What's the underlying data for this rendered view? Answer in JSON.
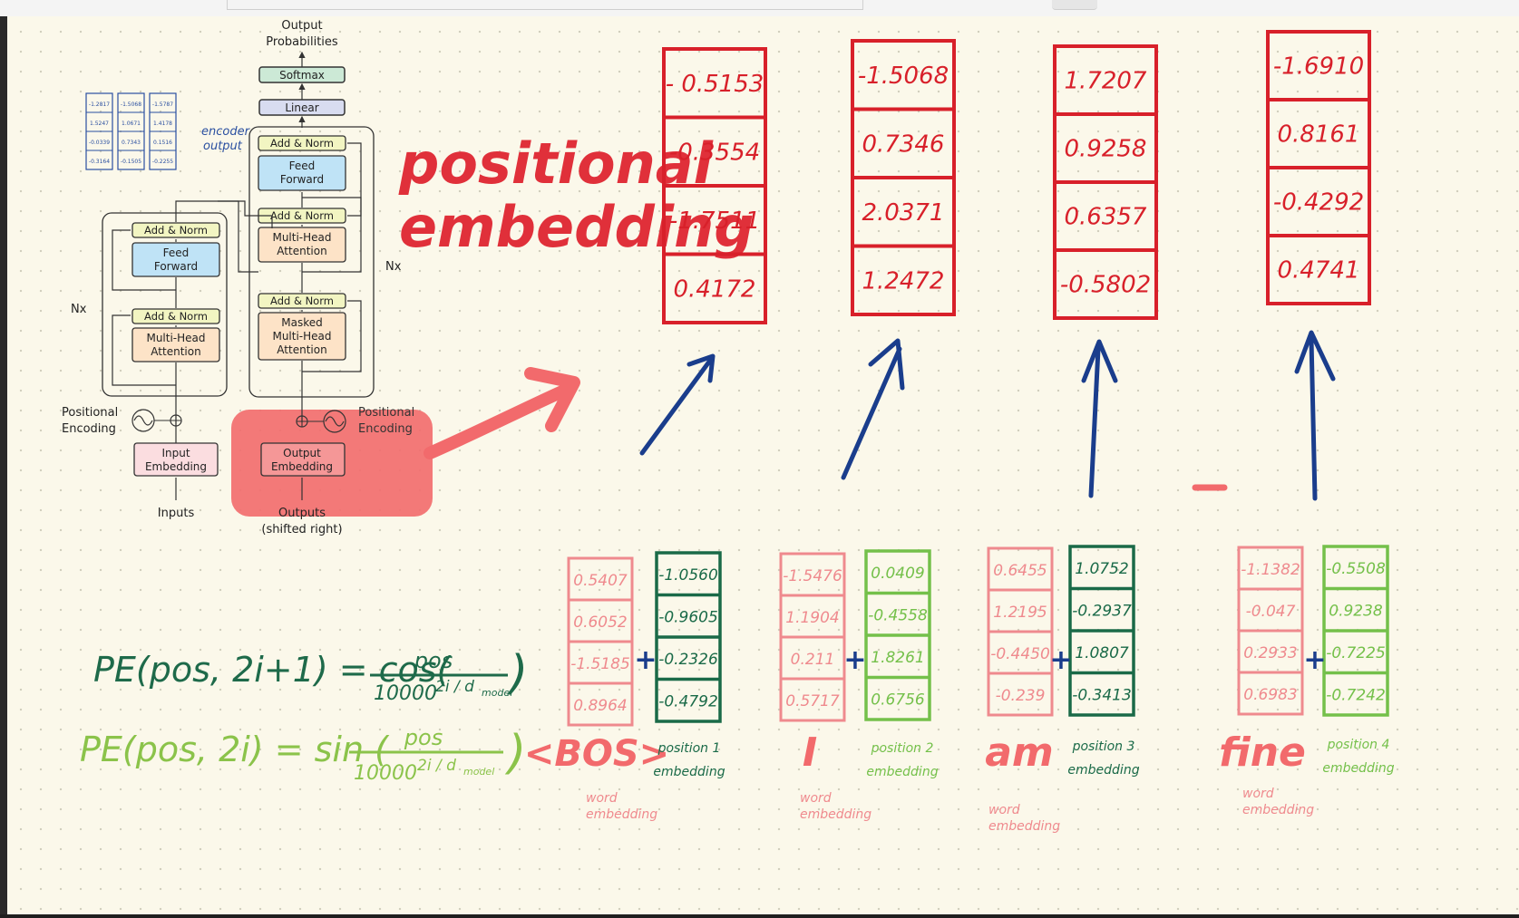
{
  "transformer": {
    "output_probabilities": [
      "Output",
      "Probabilities"
    ],
    "softmax": "Softmax",
    "linear": "Linear",
    "add_norm": "Add & Norm",
    "feed_forward": [
      "Feed",
      "Forward"
    ],
    "multi_head_attention": [
      "Multi-Head",
      "Attention"
    ],
    "masked_multi_head_attention": [
      "Masked",
      "Multi-Head",
      "Attention"
    ],
    "nx": "Nx",
    "positional_encoding": [
      "Positional",
      "Encoding"
    ],
    "input_embedding": [
      "Input",
      "Embedding"
    ],
    "output_embedding": [
      "Output",
      "Embedding"
    ],
    "inputs": "Inputs",
    "outputs": [
      "Outputs",
      "(shifted right)"
    ],
    "encoder_output": [
      "encoder",
      "output"
    ],
    "mini_matrix": [
      [
        "-1.2817",
        "-1.5068",
        "-1.5787"
      ],
      [
        "1.5247",
        "1.0671",
        "1.4178"
      ],
      [
        "-0.0339",
        "0.7343",
        "0.1516"
      ],
      [
        "-0.3164",
        "-0.1505",
        "-0.2255"
      ]
    ]
  },
  "heading": [
    "positional",
    "embedding"
  ],
  "output_vectors": [
    [
      "- 0.5153",
      "-0.3554",
      "-1.7511",
      "0.4172"
    ],
    [
      "-1.5068",
      "0.7346",
      "2.0371",
      "1.2472"
    ],
    [
      "1.7207",
      "0.9258",
      "0.6357",
      "-0.5802"
    ],
    [
      "-1.6910",
      "0.8161",
      "-0.4292",
      "0.4741"
    ]
  ],
  "tokens": [
    {
      "word": "<BOS>",
      "word_embedding": [
        "0.5407",
        "0.6052",
        "-1.5185",
        "0.8964"
      ],
      "position_label": [
        "position 1",
        "embedding"
      ],
      "position_embedding": [
        "-1.0560",
        "-0.9605",
        "-0.2326",
        "-0.4792"
      ]
    },
    {
      "word": "I",
      "word_embedding": [
        "-1.5476",
        "1.1904",
        "0.211",
        "0.5717"
      ],
      "position_label": [
        "position 2",
        "embedding"
      ],
      "position_embedding": [
        "0.0409",
        "-0.4558",
        "1.8261",
        "0.6756"
      ]
    },
    {
      "word": "am",
      "word_embedding": [
        "0.6455",
        "1.2195",
        "-0.4450",
        "-0.239"
      ],
      "position_label": [
        "position 3",
        "embedding"
      ],
      "position_embedding": [
        "1.0752",
        "-0.2937",
        "1.0807",
        "-0.3413"
      ]
    },
    {
      "word": "fine",
      "word_embedding": [
        "-1.1382",
        "-0.047",
        "0.2933",
        "0.6983"
      ],
      "position_label": [
        "position 4",
        "embedding"
      ],
      "position_embedding": [
        "-0.5508",
        "0.9238",
        "-0.7225",
        "-0.7242"
      ]
    }
  ],
  "word_embedding_label": [
    "word",
    "embedding"
  ],
  "plus": "+",
  "formula_cos": {
    "lhs": "PE(pos, 2i+1) = cos(",
    "num": "pos",
    "den": "10000",
    "exp": "2i / d",
    "sub": "model",
    "close": ")"
  },
  "formula_sin": {
    "lhs": "PE(pos, 2i) = sin (",
    "num": "pos",
    "den": "10000",
    "exp": "2i / d",
    "sub": "model",
    "close": ")"
  },
  "colors": {
    "red": "#d8202a",
    "pink": "#ef8a8e",
    "dark_green": "#1a6a48",
    "green": "#74c04a",
    "formula_dark_green": "#1e6a4a",
    "formula_green": "#8bc34a",
    "navy": "#1a3d8c",
    "highlight": "#f26a6c",
    "feed_forward_fill": "#bfe3f6",
    "attention_fill": "#fde3c7",
    "add_norm_fill": "#f2f5c2",
    "embedding_fill": "#fbdde0",
    "linear_fill": "#d8dcf0",
    "softmax_fill": "#cce9d6"
  }
}
